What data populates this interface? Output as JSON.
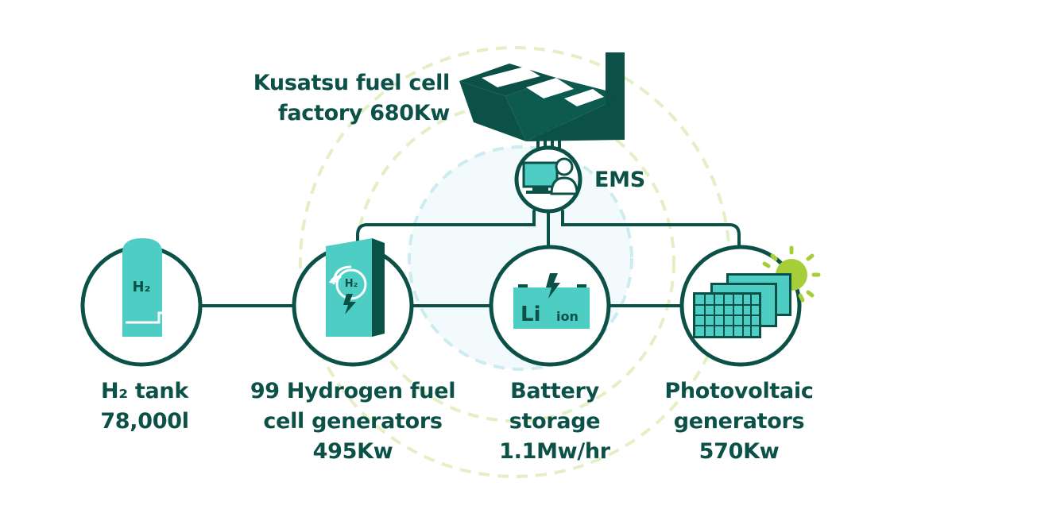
{
  "colors": {
    "dark_green": "#0b5148",
    "teal": "#4ecdc4",
    "lime": "#a6ce39",
    "pale_ring": "#e3efc4",
    "pale_blue": "#ccecf1"
  },
  "factory": {
    "icon": "factory-icon",
    "label_line1": "Kusatsu fuel cell",
    "label_line2": "factory 680Kw"
  },
  "ems": {
    "icon": "ems-operator-icon",
    "label": "EMS"
  },
  "nodes": [
    {
      "id": "h2-tank",
      "icon": "hydrogen-tank-icon",
      "icon_text": "H₂",
      "label_lines": [
        "H₂ tank",
        "78,000l"
      ]
    },
    {
      "id": "fuel-cell",
      "icon": "fuel-cell-generator-icon",
      "icon_text": "H₂",
      "label_lines": [
        "99 Hydrogen fuel",
        "cell generators",
        "495Kw"
      ]
    },
    {
      "id": "battery",
      "icon": "battery-icon",
      "icon_text": "Li",
      "icon_subtext": "ion",
      "label_lines": [
        "Battery",
        "storage",
        "1.1Mw/hr"
      ]
    },
    {
      "id": "photovoltaic",
      "icon": "solar-panel-icon",
      "label_lines": [
        "Photovoltaic",
        "generators",
        "570Kw"
      ]
    }
  ]
}
